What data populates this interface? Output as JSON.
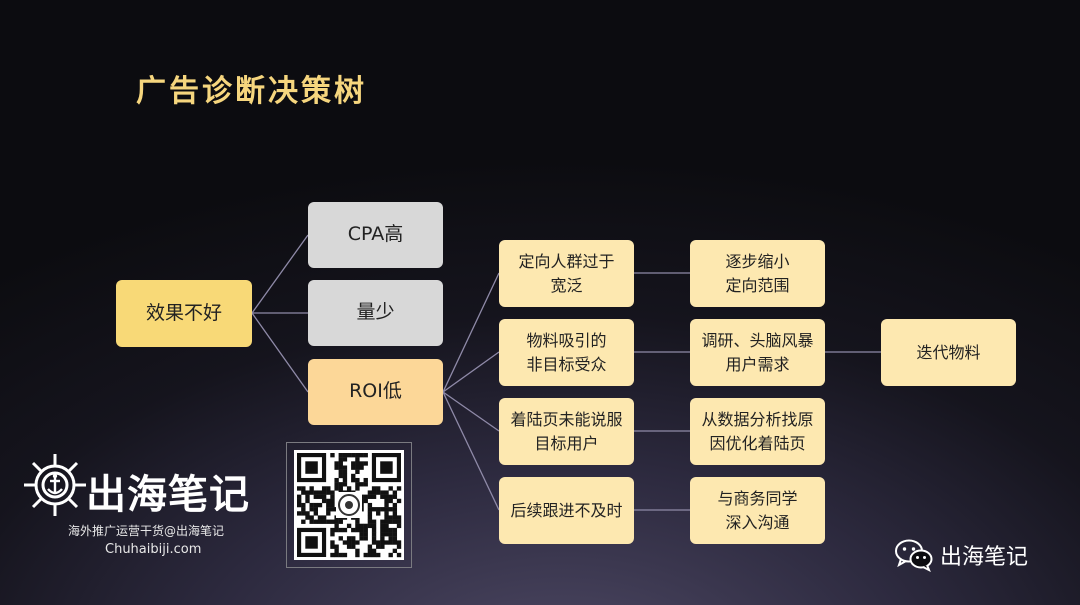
{
  "title": "广告诊断决策树",
  "root": "效果不好",
  "level1": [
    {
      "label": "CPA高",
      "color": "#d8d8d8"
    },
    {
      "label": "量少",
      "color": "#d8d8d8"
    },
    {
      "label": "ROI低",
      "color": "#fcd798"
    }
  ],
  "causes": [
    "定向人群过于\n宽泛",
    "物料吸引的\n非目标受众",
    "着陆页未能说服\n目标用户",
    "后续跟进不及时"
  ],
  "actions": [
    "逐步缩小\n定向范围",
    "调研、头脑风暴\n用户需求",
    "从数据分析找原\n因优化着陆页",
    "与商务同学\n深入沟通"
  ],
  "final": "迭代物料",
  "brand": {
    "name": "出海笔记",
    "tagline": "海外推广运营干货@出海笔记",
    "site": "Chuhaibiji.com"
  },
  "wechat_account": "出海笔记",
  "colors": {
    "title": "#f6d67e",
    "root": "#f8d977",
    "leaf": "#fde8b0",
    "line": "#8f8aa8"
  }
}
